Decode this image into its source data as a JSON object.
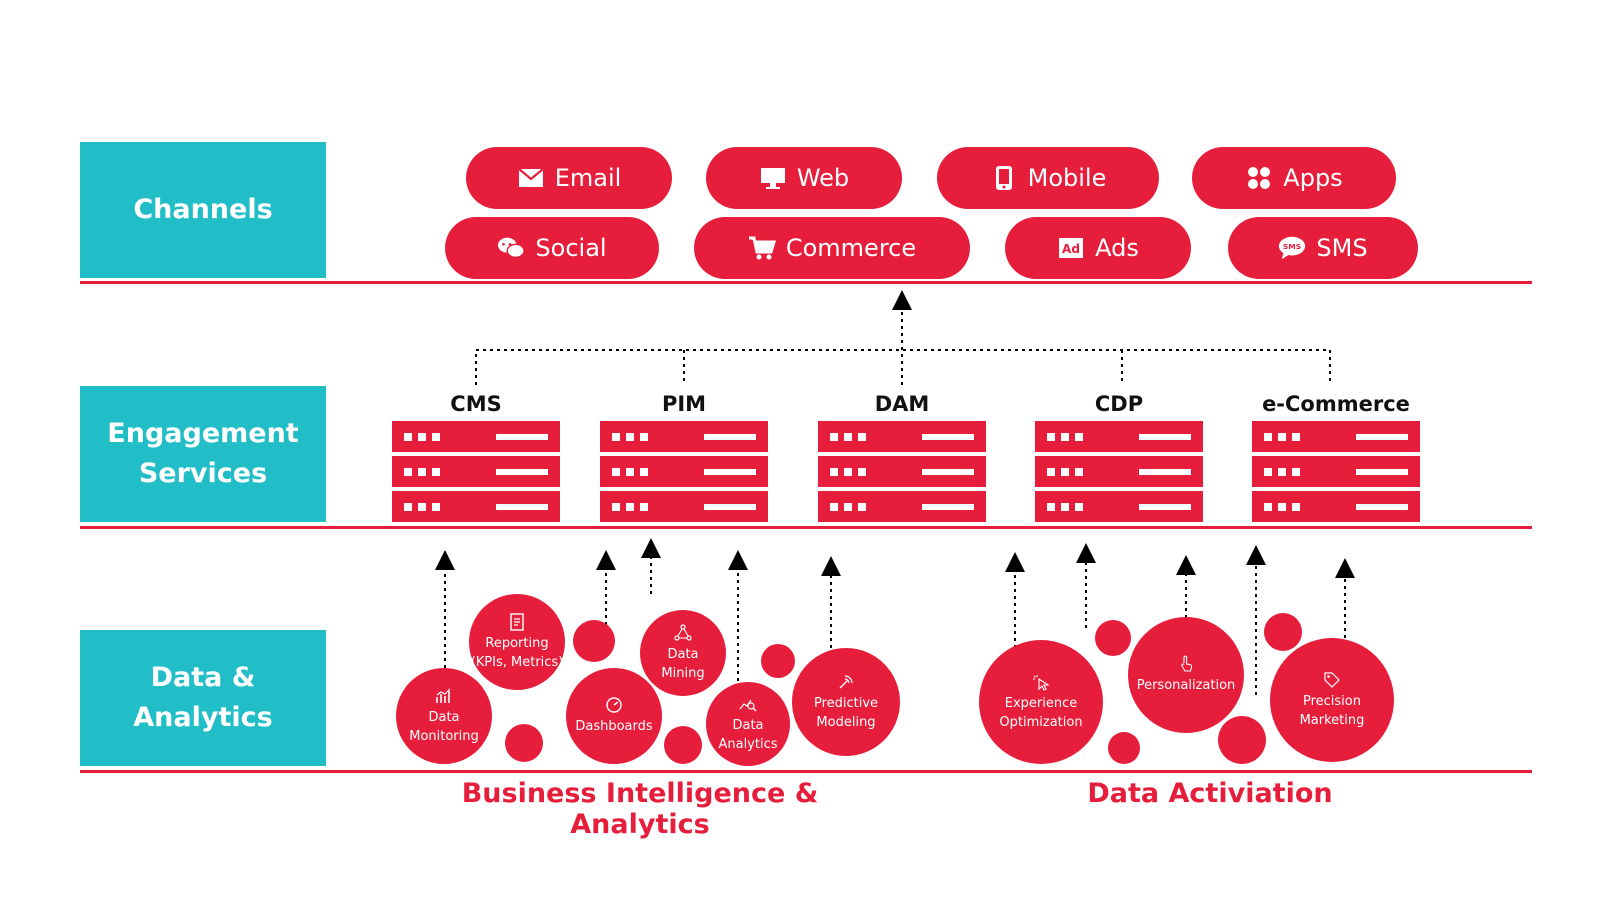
{
  "layers": {
    "channels": "Channels",
    "engagement": "Engagement\nServices",
    "data": "Data &\nAnalytics"
  },
  "channels": {
    "email": "Email",
    "web": "Web",
    "mobile": "Mobile",
    "apps": "Apps",
    "social": "Social",
    "commerce": "Commerce",
    "ads": "Ads",
    "sms": "SMS",
    "ads_badge": "Ad",
    "sms_badge": "SMS"
  },
  "services": {
    "cms": "CMS",
    "pim": "PIM",
    "dam": "DAM",
    "cdp": "CDP",
    "ecommerce": "e-Commerce"
  },
  "bi": {
    "data_monitoring": "Data\nMonitoring",
    "reporting": "Reporting\n(KPIs, Metrics)",
    "dashboards": "Dashboards",
    "data_mining": "Data\nMining",
    "data_analytics": "Data\nAnalytics",
    "predictive_modeling": "Predictive\nModeling"
  },
  "activation": {
    "experience_optimization": "Experience\nOptimization",
    "personalization": "Personalization",
    "precision_marketing": "Precision\nMarketing"
  },
  "groups": {
    "bi": "Business Intelligence & Analytics",
    "activation": "Data Activiation"
  },
  "colors": {
    "accent": "#e61e3c",
    "teal": "#22bec8"
  }
}
